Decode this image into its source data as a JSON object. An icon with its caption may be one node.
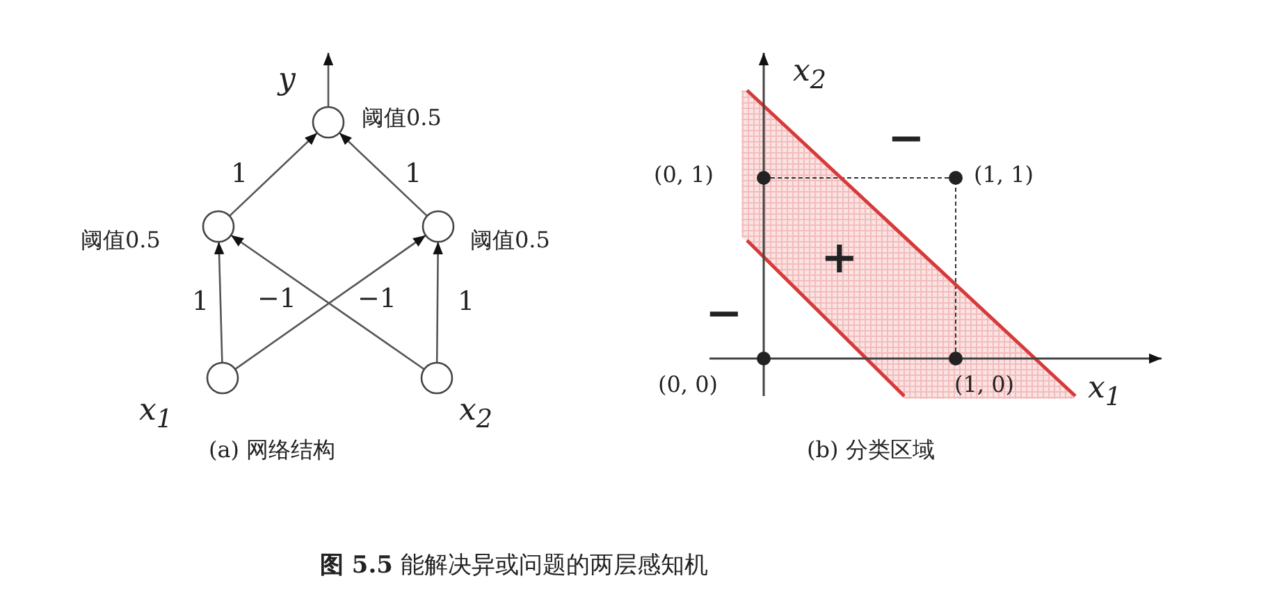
{
  "diagram": {
    "caption": "**图 5.5** 能解决异或问题的两层感知机",
    "nodes": [
      {
        "text": [],
        "shape": "circle",
        "beside": [
          "阈值0.5"
        ]
      },
      {
        "text": [],
        "shape": "circle",
        "beside": [
          "阈值0.5"
        ]
      },
      {
        "text": [],
        "shape": "circle",
        "beside": [
          "阈值0.5"
        ]
      },
      {
        "text": [],
        "shape": "circle",
        "beside": [
          "x$_{1}$"
        ]
      },
      {
        "text": [],
        "shape": "circle",
        "beside": [
          "x$_{2}$"
        ]
      }
    ],
    "edges": [
      {
        "from": 1,
        "to": 0,
        "arrow": "to",
        "label": "1"
      },
      {
        "from": 2,
        "to": 0,
        "arrow": "to",
        "label": "1"
      },
      {
        "from": 3,
        "to": 1,
        "arrow": "to",
        "label": "1"
      },
      {
        "from": 4,
        "to": 1,
        "arrow": "to",
        "label": "−1"
      },
      {
        "from": 3,
        "to": 2,
        "arrow": "to",
        "label": "−1"
      },
      {
        "from": 4,
        "to": 2,
        "arrow": "to",
        "label": "1"
      },
      {
        "from": 0,
        "to": null,
        "arrow": "to"
      }
    ],
    "labels": [
      "y",
      "(a) 网络结构",
      "x$_{2}$",
      "−",
      "(0, 1)",
      "(1, 1)",
      "+",
      "−",
      "(0, 0)",
      "(1, 0)",
      "x$_{1}$",
      "(b) 分类区域"
    ]
  }
}
